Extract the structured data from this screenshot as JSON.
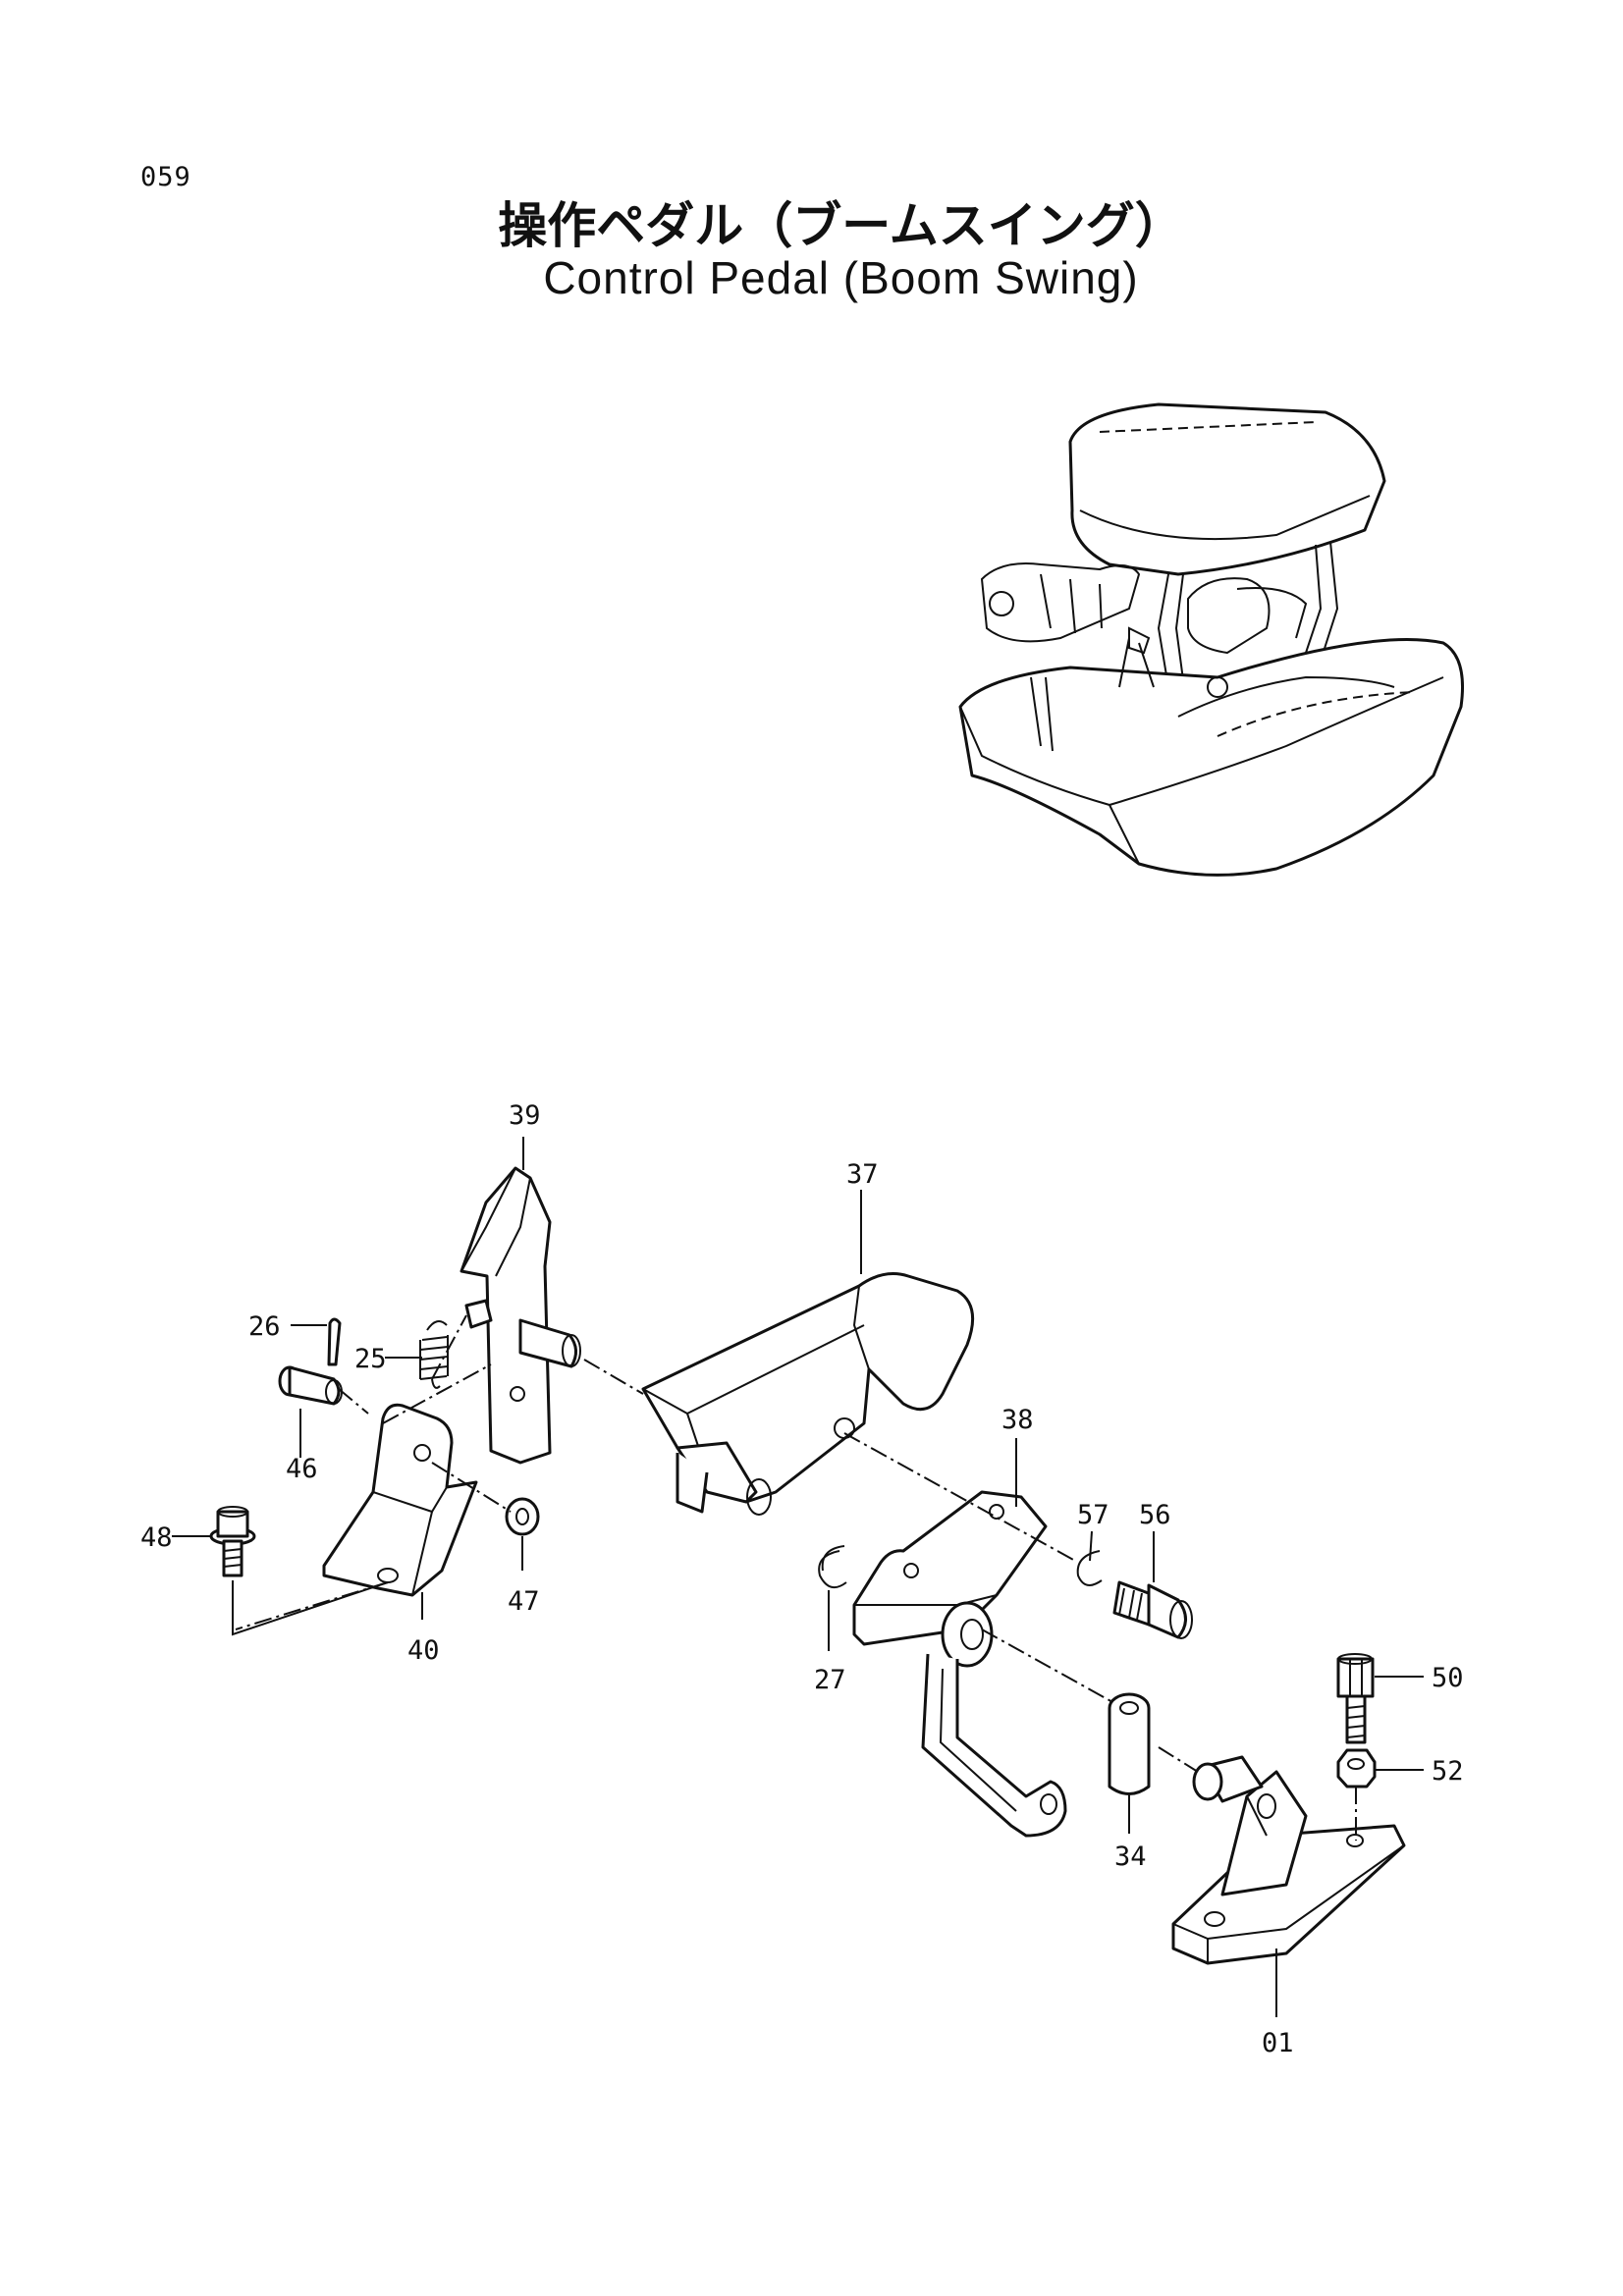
{
  "page_number": "059",
  "title_ja": "操作ペダル（ブームスイング）",
  "title_en": "Control Pedal (Boom Swing)",
  "callouts": {
    "c39": "39",
    "c37": "37",
    "c26": "26",
    "c25": "25",
    "c46": "46",
    "c48": "48",
    "c40": "40",
    "c47": "47",
    "c38": "38",
    "c57": "57",
    "c56": "56",
    "c27": "27",
    "c50": "50",
    "c52": "52",
    "c34": "34",
    "c01": "01"
  }
}
